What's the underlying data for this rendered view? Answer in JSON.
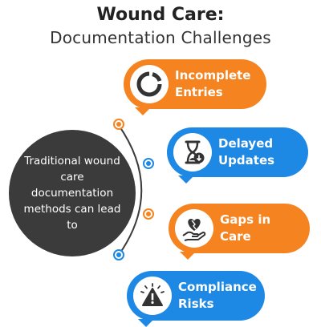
{
  "title": {
    "main": "Wound Care:",
    "subtitle": "Documentation Challenges"
  },
  "hub": {
    "text": "Traditional wound care documentation methods can lead to"
  },
  "items": [
    {
      "label_line1": "Incomplete",
      "label_line2": "Entries",
      "color": "#f5831f",
      "icon": "incomplete-circle-icon"
    },
    {
      "label_line1": "Delayed",
      "label_line2": "Updates",
      "color": "#1e88e5",
      "icon": "hourglass-icon"
    },
    {
      "label_line1": "Gaps in",
      "label_line2": "Care",
      "color": "#f5831f",
      "icon": "heart-in-hand-icon"
    },
    {
      "label_line1": "Compliance",
      "label_line2": "Risks",
      "color": "#1e88e5",
      "icon": "warning-icon"
    }
  ],
  "colors": {
    "orange": "#f5831f",
    "blue": "#1e88e5",
    "hub": "#3b3b3b"
  }
}
